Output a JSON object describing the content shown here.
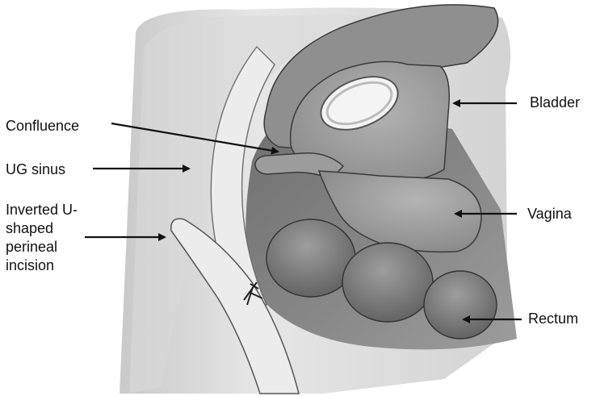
{
  "labels": {
    "confluence": "Confluence",
    "ug_sinus": "UG sinus",
    "incision": [
      "Inverted U-",
      "shaped",
      "perineal",
      "incision"
    ],
    "bladder": "Bladder",
    "vagina": "Vagina",
    "rectum": "Rectum"
  },
  "colors": {
    "background": "#ffffff",
    "body_fill": "#dedede",
    "bladder_wall": "#8f8f8f",
    "bladder_body": "#a0a0a0",
    "vagina": "#9a9a9a",
    "rectum": "#858585",
    "outline": "#3a3a3a",
    "label_text": "#111111",
    "arrow": "#111111"
  }
}
